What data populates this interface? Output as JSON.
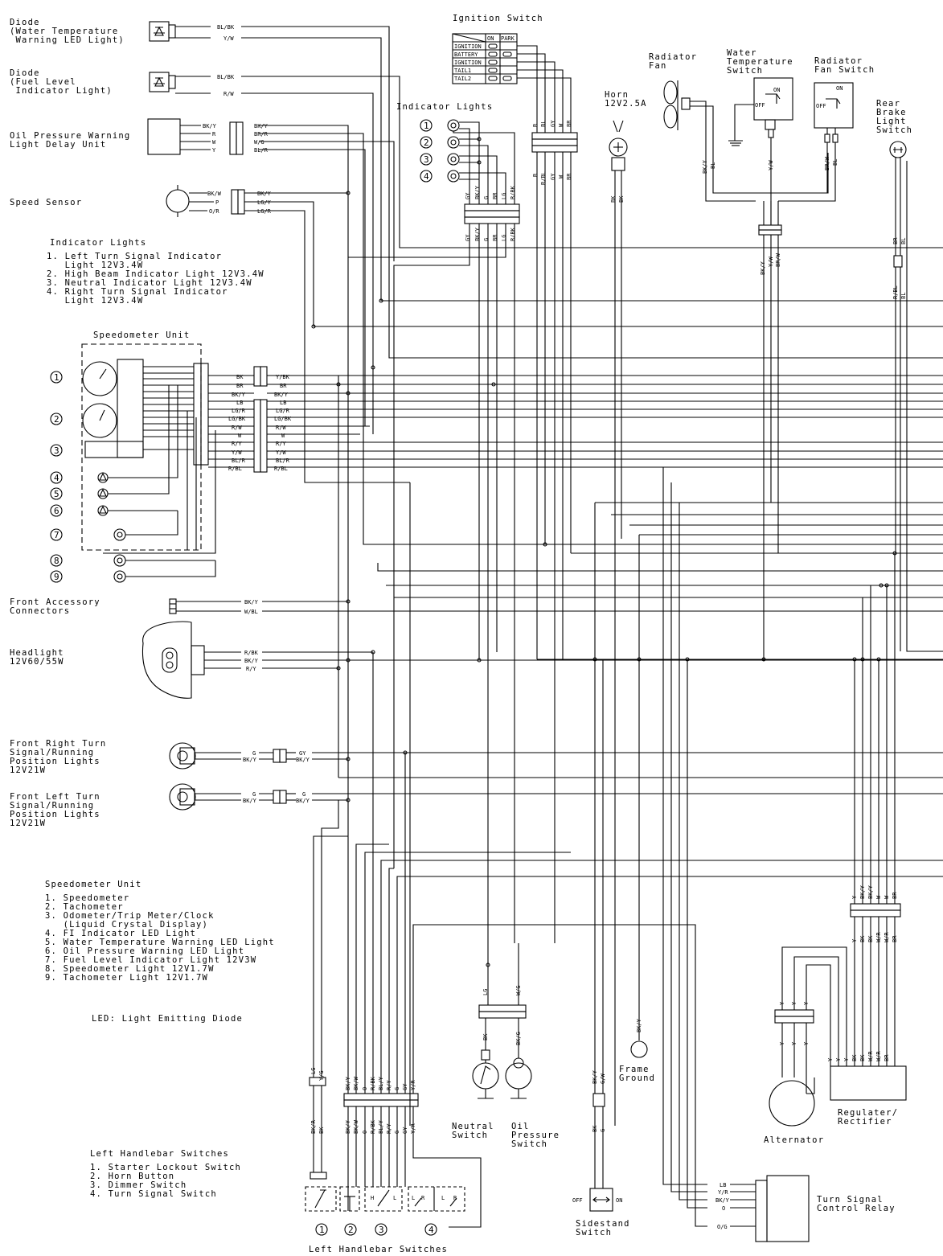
{
  "components": {
    "diode_water": [
      "Diode",
      "(Water Temperature",
      " Warning LED Light)"
    ],
    "diode_fuel": [
      "Diode",
      "(Fuel Level",
      " Indicator Light)"
    ],
    "oil_delay": [
      "Oil Pressure Warning",
      "Light Delay Unit"
    ],
    "speed_sensor": "Speed Sensor",
    "front_accessory": [
      "Front Accessory",
      "Connectors"
    ],
    "headlight": [
      "Headlight",
      "12V60/55W"
    ],
    "front_right_turn": [
      "Front Right Turn",
      "Signal/Running",
      "Position Lights",
      "12V21W"
    ],
    "front_left_turn": [
      "Front Left Turn",
      "Signal/Running",
      "Position Lights",
      "12V21W"
    ],
    "ignition_switch": "Ignition Switch",
    "indicator_lights_title": "Indicator Lights",
    "horn": [
      "Horn",
      "12V2.5A"
    ],
    "radiator_fan": [
      "Radiator",
      "Fan"
    ],
    "water_temp_switch": [
      "Water",
      "Temperature",
      "Switch"
    ],
    "radiator_fan_switch": [
      "Radiator",
      "Fan Switch"
    ],
    "rear_brake": [
      "Rear",
      "Brake",
      "Light",
      "Switch"
    ],
    "speedometer_unit_title": "Speedometer Unit",
    "frame_ground": [
      "Frame",
      "Ground"
    ],
    "neutral_switch": [
      "Neutral",
      "Switch"
    ],
    "oil_pressure_switch": [
      "Oil",
      "Pressure",
      "Switch"
    ],
    "sidestand_switch": [
      "Sidestand",
      "Switch"
    ],
    "alternator": "Alternator",
    "regulator": [
      "Regulater/",
      "Rectifier"
    ],
    "turn_relay": [
      "Turn Signal",
      "Control Relay"
    ],
    "left_handlebar": "Left Handlebar Switches"
  },
  "legends": {
    "indicator_lights": {
      "title": "Indicator Lights",
      "items": [
        "1. Left Turn Signal Indicator",
        "   Light 12V3.4W",
        "2. High Beam Indicator Light 12V3.4W",
        "3. Neutral Indicator Light 12V3.4W",
        "4. Right Turn Signal Indicator",
        "   Light 12V3.4W"
      ]
    },
    "speedometer_unit": {
      "title": "Speedometer Unit",
      "items": [
        "1. Speedometer",
        "2. Tachometer",
        "3. Odometer/Trip Meter/Clock",
        "   (Liquid Crystal Display)",
        "4. FI Indicator LED Light",
        "5. Water Temperature Warning LED Light",
        "6. Oil Pressure Warning LED Light",
        "7. Fuel Level Indicator Light 12V3W",
        "8. Speedometer Light 12V1.7W",
        "9. Tachometer Light 12V1.7W"
      ]
    },
    "led_note": "LED: Light Emitting Diode",
    "left_handlebar": {
      "title": "Left Handlebar Switches",
      "items": [
        "1. Starter Lockout Switch",
        "2. Horn Button",
        "3. Dimmer Switch",
        "4. Turn Signal Switch"
      ]
    }
  },
  "ignition_table": {
    "headers": [
      "ON",
      "PARK"
    ],
    "rows": [
      "IGNITION",
      "BATTERY",
      "IGNITION",
      "TAIL1",
      "TAIL2"
    ]
  },
  "switch_states": {
    "on": "ON",
    "off": "OFF"
  },
  "numbers": [
    "1",
    "2",
    "3",
    "4",
    "5",
    "6",
    "7",
    "8",
    "9"
  ],
  "wires": {
    "diode_water": [
      "BL/BK",
      "Y/W"
    ],
    "diode_fuel": [
      "BL/BK",
      "R/W"
    ],
    "oil_left": [
      "BK/Y",
      "R",
      "W",
      "Y"
    ],
    "oil_right": [
      "BK/Y",
      "BR/R",
      "W/G",
      "BL/R"
    ],
    "speed_left": [
      "BK/W",
      "P",
      "O/R"
    ],
    "speed_right": [
      "BK/Y",
      "LG/Y",
      "LG/R"
    ],
    "speedo_left": [
      "BK",
      "BR",
      "BK/Y",
      "LB",
      "LG/R",
      "LG/BK",
      "R/W",
      "W",
      "R/Y",
      "Y/W",
      "BL/R",
      "R/BL"
    ],
    "speedo_right": [
      "Y/BK",
      "BR",
      "BK/Y",
      "LB",
      "LG/R",
      "LG/BK",
      "R/W",
      "W",
      "R/Y",
      "Y/W",
      "BL/R",
      "R/BL"
    ],
    "accessory": [
      "BK/Y",
      "W/BL"
    ],
    "headlight": [
      "R/BK",
      "BK/Y",
      "R/Y"
    ],
    "turn_left_side": [
      "G",
      "BK/Y"
    ],
    "front_right_turn_right": [
      "GY",
      "BK/Y"
    ],
    "front_left_turn_right": [
      "G",
      "BK/Y"
    ],
    "ind_top": [
      "GY",
      "BK/Y",
      "G",
      "BR",
      "LG",
      "R/BK"
    ],
    "ind_bot": [
      "GY",
      "BK/Y",
      "G",
      "BR",
      "LG",
      "R/BK"
    ],
    "ign_top": [
      "R",
      "BL",
      "GY",
      "W",
      "BR"
    ],
    "ign_bot": [
      "R",
      "R/BL",
      "GY",
      "W",
      "BR"
    ],
    "horn": [
      "BK",
      "BK"
    ],
    "fan": [
      "BK/Y",
      "BL"
    ],
    "water_sw": "Y/W",
    "fan_sw": [
      "BR/W",
      "BL"
    ],
    "mid_connector": [
      "BK/Y",
      "Y/W",
      "BR/W"
    ],
    "brake_top": [
      "BR",
      "BL"
    ],
    "brake_bot": [
      "R/BL",
      "BL"
    ],
    "regulator_top": [
      "Y",
      "BK/Y",
      "BK/Y",
      "W",
      "W",
      "BR"
    ],
    "regulator_mid": [
      "Y",
      "BK",
      "BK",
      "W/R",
      "W/R",
      "BR"
    ],
    "regulator_bot": [
      "Y",
      "Y",
      "Y",
      "BK",
      "BK",
      "W/R",
      "W/R",
      "BR"
    ],
    "alternator": [
      "Y",
      "Y",
      "Y"
    ],
    "neutral": [
      "LG",
      "BK"
    ],
    "oil_sw": [
      "W/G",
      "BK/G"
    ],
    "frame": "BK/Y",
    "sidestand_top": [
      "BK/Y",
      "G/W"
    ],
    "sidestand_bot": [
      "BK",
      "G"
    ],
    "handlebar_left_top": [
      "LG",
      "Y/G"
    ],
    "handlebar_left_bot": [
      "BK/R",
      "BK"
    ],
    "handlebar_main_top": [
      "BK/Y",
      "BK/W",
      "O",
      "R/BK",
      "BL/Y",
      "R/Y",
      "G",
      "GY",
      "Y/R"
    ],
    "handlebar_main_bot": [
      "BK/Y",
      "BK/W",
      "O",
      "R/BK",
      "BL/Y",
      "R/Y",
      "G",
      "GY",
      "Y/R"
    ],
    "relay": [
      "LB",
      "Y/R",
      "BK/Y",
      "O",
      "O/G"
    ]
  },
  "handlebar_letters": [
    "H",
    "L",
    "L",
    "R",
    "L",
    "R"
  ]
}
